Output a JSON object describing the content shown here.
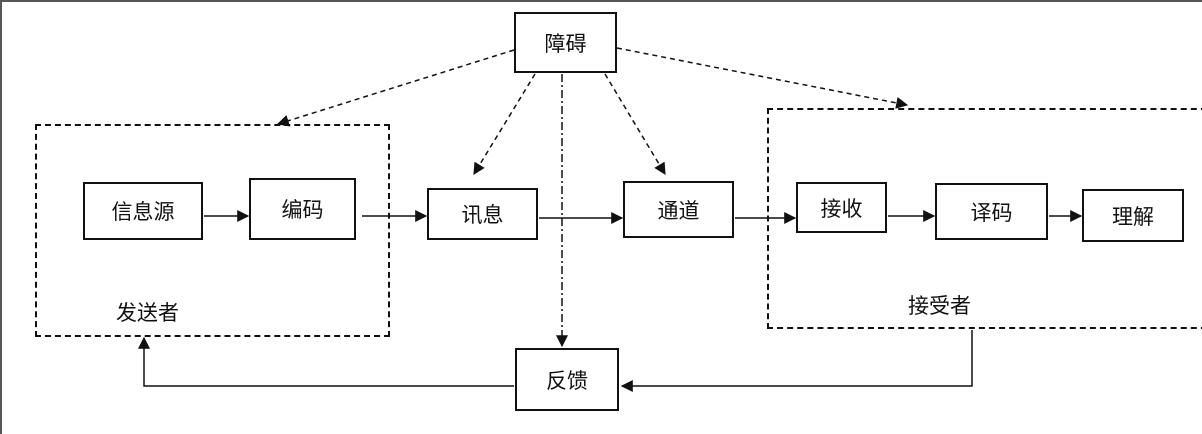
{
  "diagram": {
    "nodes": {
      "barrier": "障碍",
      "source": "信息源",
      "encode": "编码",
      "message": "讯息",
      "channel": "通道",
      "receive": "接收",
      "decode": "译码",
      "understand": "理解",
      "feedback": "反馈"
    },
    "groups": {
      "sender": "发送者",
      "receiver": "接受者"
    }
  }
}
